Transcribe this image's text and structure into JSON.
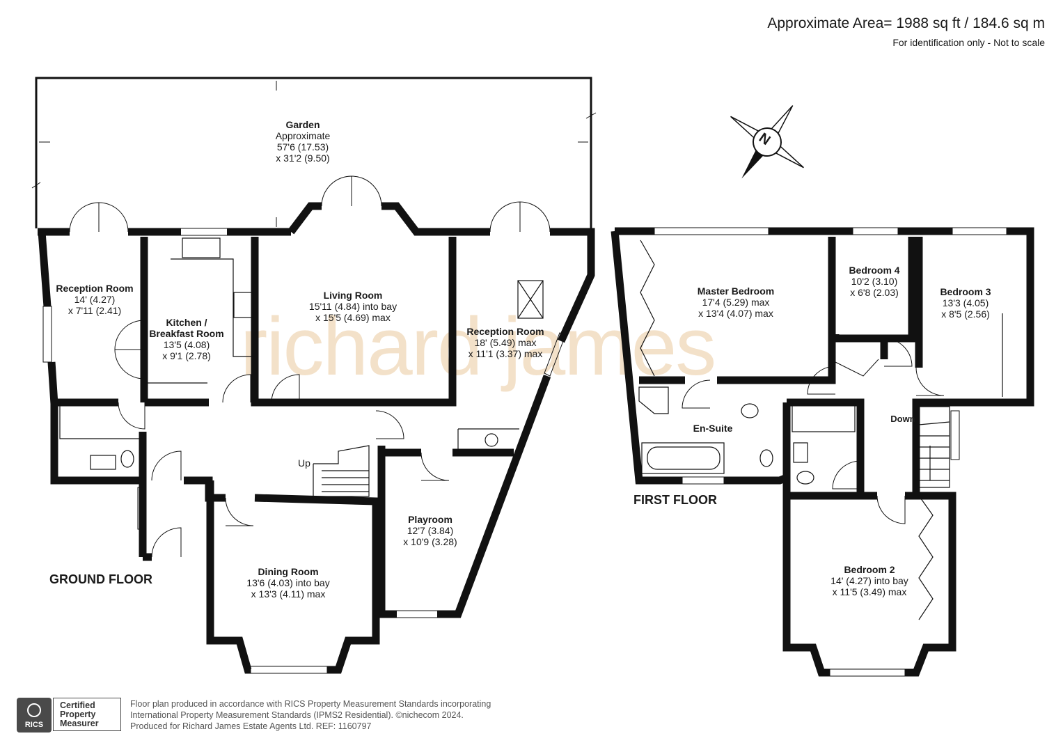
{
  "header": {
    "area": "Approximate Area= 1988 sq ft / 184.6 sq m",
    "note": "For identification only - Not to scale"
  },
  "watermark": "richard james",
  "compass": {
    "label": "N",
    "icon": "north-arrow-icon"
  },
  "floors": {
    "ground": "GROUND FLOOR",
    "first": "FIRST FLOOR"
  },
  "rooms": {
    "garden": {
      "name": "Garden",
      "lines": [
        "Approximate",
        "57'6 (17.53)",
        "x 31'2 (9.50)"
      ]
    },
    "reception_left": {
      "name": "Reception Room",
      "lines": [
        "14' (4.27)",
        "x 7'11 (2.41)"
      ]
    },
    "kitchen": {
      "name": "Kitchen /",
      "name2": "Breakfast Room",
      "lines": [
        "13'5 (4.08)",
        "x 9'1 (2.78)"
      ]
    },
    "living": {
      "name": "Living Room",
      "lines": [
        "15'11 (4.84) into bay",
        "x 15'5 (4.69) max"
      ]
    },
    "reception_right": {
      "name": "Reception Room",
      "lines": [
        "18' (5.49) max",
        "x 11'1 (3.37) max"
      ]
    },
    "playroom": {
      "name": "Playroom",
      "lines": [
        "12'7 (3.84)",
        "x 10'9 (3.28)"
      ]
    },
    "dining": {
      "name": "Dining Room",
      "lines": [
        "13'6 (4.03) into bay",
        "x 13'3 (4.11) max"
      ]
    },
    "master": {
      "name": "Master Bedroom",
      "lines": [
        "17'4 (5.29) max",
        "x 13'4 (4.07) max"
      ]
    },
    "bed4": {
      "name": "Bedroom 4",
      "lines": [
        "10'2 (3.10)",
        "x 6'8 (2.03)"
      ]
    },
    "bed3": {
      "name": "Bedroom 3",
      "lines": [
        "13'3 (4.05)",
        "x 8'5 (2.56)"
      ]
    },
    "ensuite": {
      "name": "En-Suite"
    },
    "bed2": {
      "name": "Bedroom 2",
      "lines": [
        "14' (4.27) into bay",
        "x 11'5 (3.49) max"
      ]
    }
  },
  "stairs": {
    "up": "Up",
    "down": "Down"
  },
  "footer": {
    "line1": "Floor plan produced in accordance with RICS Property Measurement Standards incorporating",
    "line2": "International Property Measurement Standards (IPMS2 Residential).  ©nichecom 2024.",
    "line3": "Produced for Richard James Estate Agents Ltd.   REF:  1160797"
  },
  "badge": {
    "org": "RICS",
    "cert1": "Certified",
    "cert2": "Property",
    "cert3": "Measurer"
  }
}
